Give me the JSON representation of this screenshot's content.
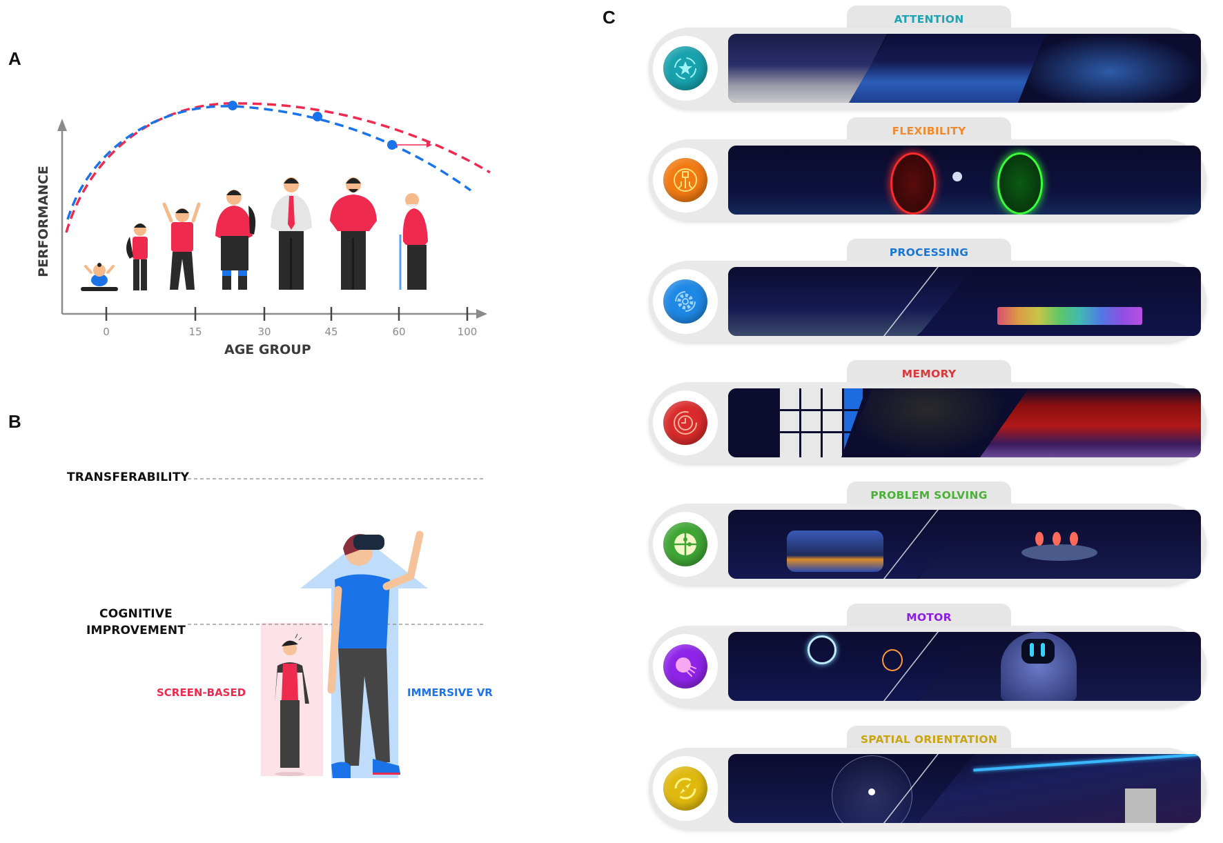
{
  "panels": {
    "a": {
      "letter": "A"
    },
    "b": {
      "letter": "B"
    },
    "c": {
      "letter": "C"
    }
  },
  "chart_data": {
    "type": "line",
    "title": "",
    "xlabel": "AGE GROUP",
    "ylabel": "PERFORMANCE",
    "x_ticks": [
      "0",
      "15",
      "30",
      "45",
      "60",
      "100"
    ],
    "grid": false,
    "legend": "none",
    "series": [
      {
        "name": "cognitive performance (with training)",
        "color": "#ee2a4f",
        "style": "dashed",
        "shape": "inverted-U, peak ~age 30, slower decline"
      },
      {
        "name": "cognitive performance (natural aging)",
        "color": "#1a73e8",
        "style": "dashed",
        "shape": "inverted-U, peak ~age 25, faster decline"
      }
    ],
    "markers": [
      {
        "series": "natural aging",
        "x_label": "~25",
        "note": "peak"
      },
      {
        "series": "natural aging",
        "x_label": "~42"
      },
      {
        "series": "natural aging",
        "x_label": "~60",
        "note": "arrow pointing right to training curve"
      }
    ],
    "figures": [
      "baby",
      "child with backpack",
      "child arms raised",
      "teen with backpack",
      "adult with tie",
      "bearded adult",
      "elderly with cane"
    ]
  },
  "panel_b": {
    "levels": {
      "transferability": "TRANSFERABILITY",
      "cognitive_improvement_line1": "COGNITIVE",
      "cognitive_improvement_line2": "IMPROVEMENT"
    },
    "conditions": {
      "screen_based": "SCREEN-BASED",
      "immersive_vr": "IMMERSIVE VR"
    },
    "colors": {
      "screen_based": "#ee2a4f",
      "immersive_vr": "#1a73e8",
      "pink_bar": "#fde3e8",
      "blue_arrow": "#bfdcfb"
    }
  },
  "panel_c": {
    "domains": [
      {
        "label": "ATTENTION",
        "color": "#1fa3b3",
        "icon": "target-star-icon",
        "icon_bg": "#17a2ad",
        "screenshots": 3
      },
      {
        "label": "FLEXIBILITY",
        "color": "#f08a2c",
        "icon": "circuit-icon",
        "icon_bg": "#f27a12",
        "screenshots": 1
      },
      {
        "label": "PROCESSING",
        "color": "#1976d2",
        "icon": "gear-icon",
        "icon_bg": "#1e88e5",
        "screenshots": 2
      },
      {
        "label": "MEMORY",
        "color": "#d63a3a",
        "icon": "clock-icon",
        "icon_bg": "#d92b2b",
        "screenshots": 3
      },
      {
        "label": "PROBLEM SOLVING",
        "color": "#4caf3a",
        "icon": "puzzle-icon",
        "icon_bg": "#3fa535",
        "screenshots": 2
      },
      {
        "label": "MOTOR",
        "color": "#8a1fe0",
        "icon": "motion-ball-icon",
        "icon_bg": "#8e24e8",
        "screenshots": 2
      },
      {
        "label": "SPATIAL ORIENTATION",
        "color": "#c9a516",
        "icon": "compass-icon",
        "icon_bg": "#e0b90e",
        "screenshots": 2
      }
    ]
  }
}
